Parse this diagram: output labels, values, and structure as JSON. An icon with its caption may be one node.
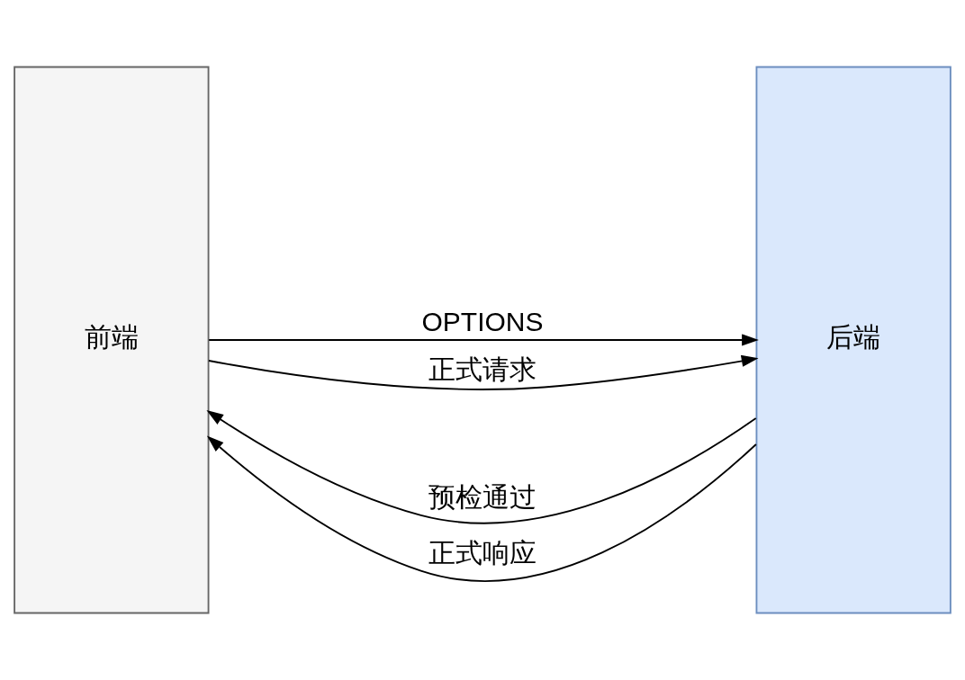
{
  "diagram": {
    "nodes": [
      {
        "text": [
          "前端"
        ]
      },
      {
        "text": [
          "后端"
        ]
      }
    ],
    "edges": [
      {
        "from": 0,
        "to": 1,
        "arrow": "to",
        "label": "OPTIONS"
      },
      {
        "from": 1,
        "to": 0,
        "arrow": "to",
        "label": "预检通过"
      },
      {
        "from": 0,
        "to": 1,
        "arrow": "to",
        "label": "正式请求"
      },
      {
        "from": 1,
        "to": 0,
        "arrow": "to",
        "label": "正式响应"
      }
    ]
  }
}
